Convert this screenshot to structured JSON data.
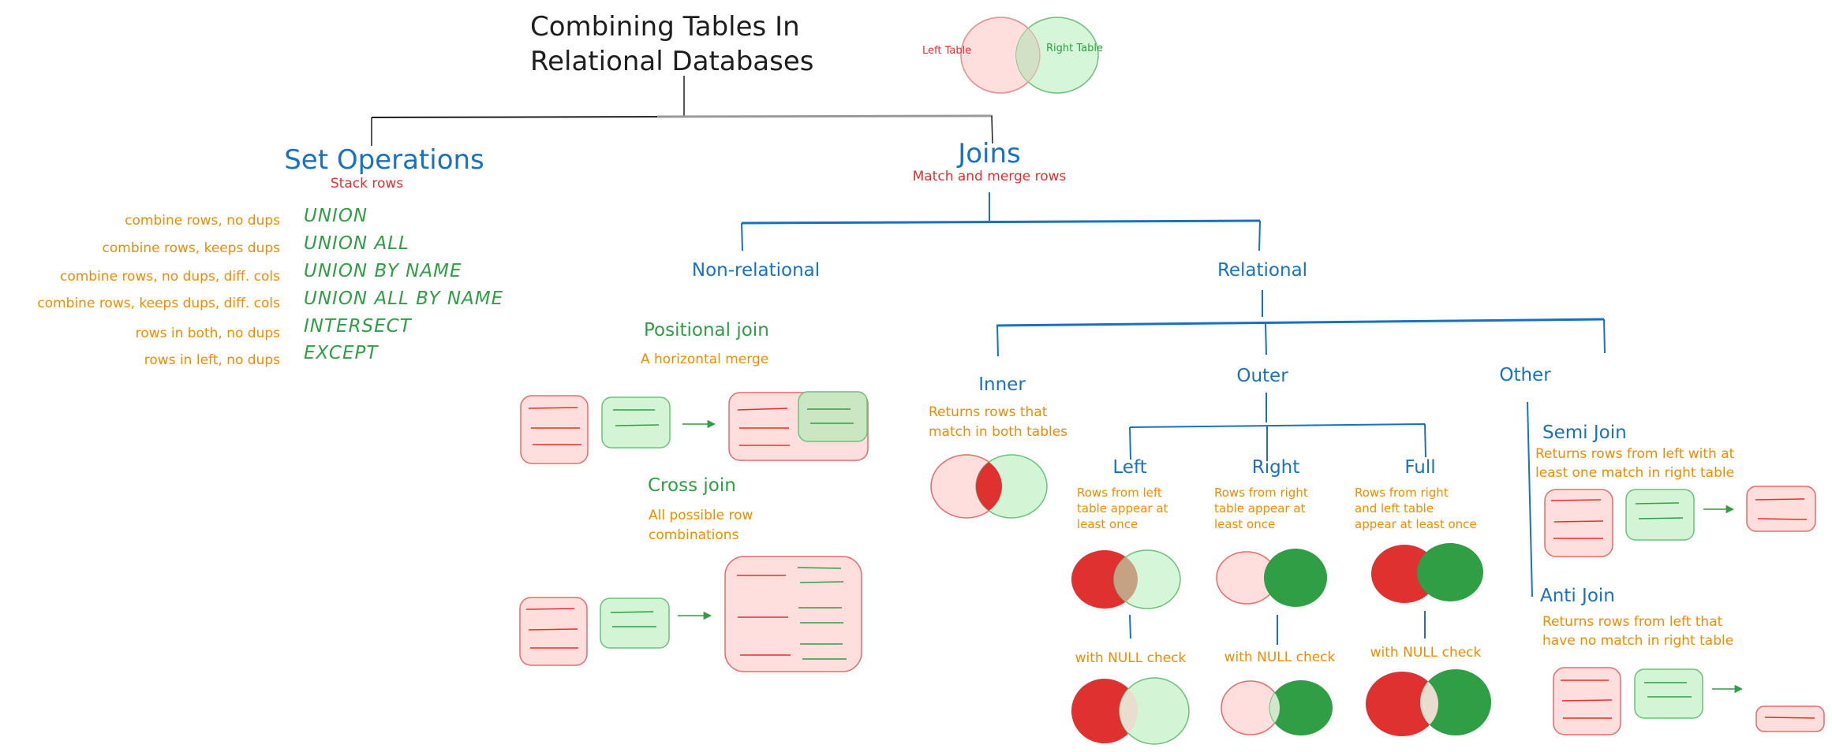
{
  "title": {
    "line1": "Combining Tables In",
    "line2": "Relational Databases"
  },
  "legend": {
    "left_label": "Left Table",
    "right_label": "Right Table"
  },
  "colors": {
    "blue": "#1971c2",
    "green": "#2f9e44",
    "red": "#e03131",
    "orange": "#f08c00",
    "left_fill": "#ffdede",
    "left_stroke": "#e86a6a",
    "right_fill": "#d3f5d6",
    "right_stroke": "#6cc17a",
    "overlap_light": "#e8ddcf",
    "overlap_dark": "#c4a283",
    "solid_red": "#e03131",
    "solid_green": "#2f9e44"
  },
  "set_operations": {
    "heading": "Set Operations",
    "subtitle": "Stack rows",
    "items": [
      {
        "keyword": "UNION",
        "description": "combine rows, no dups"
      },
      {
        "keyword": "UNION ALL",
        "description": "combine rows, keeps dups"
      },
      {
        "keyword": "UNION BY NAME",
        "description": "combine rows, no dups, diff. cols"
      },
      {
        "keyword": "UNION ALL BY NAME",
        "description": "combine rows, keeps dups, diff. cols"
      },
      {
        "keyword": "INTERSECT",
        "description": "rows in both, no dups"
      },
      {
        "keyword": "EXCEPT",
        "description": "rows in left, no dups"
      }
    ]
  },
  "joins": {
    "heading": "Joins",
    "subtitle": "Match and merge rows",
    "non_relational": {
      "heading": "Non-relational",
      "positional": {
        "heading": "Positional join",
        "description": "A horizontal merge"
      },
      "cross": {
        "heading": "Cross join",
        "description_line1": "All possible row",
        "description_line2": "combinations"
      }
    },
    "relational": {
      "heading": "Relational",
      "inner": {
        "heading": "Inner",
        "description_line1": "Returns rows that",
        "description_line2": "match in both tables"
      },
      "outer": {
        "heading": "Outer",
        "null_check_label": "with NULL check",
        "left": {
          "heading": "Left",
          "description": [
            "Rows from left",
            "table appear at",
            "least once"
          ]
        },
        "right": {
          "heading": "Right",
          "description": [
            "Rows from right",
            "table appear at",
            "least once"
          ]
        },
        "full": {
          "heading": "Full",
          "description": [
            "Rows from right",
            "and left table",
            "appear at least once"
          ]
        }
      },
      "other": {
        "heading": "Other",
        "semi": {
          "heading": "Semi Join",
          "description_line1": "Returns rows from left with at",
          "description_line2": "least one match in right table"
        },
        "anti": {
          "heading": "Anti Join",
          "description_line1": "Returns rows from left that",
          "description_line2": "have no match in right table"
        }
      }
    }
  }
}
